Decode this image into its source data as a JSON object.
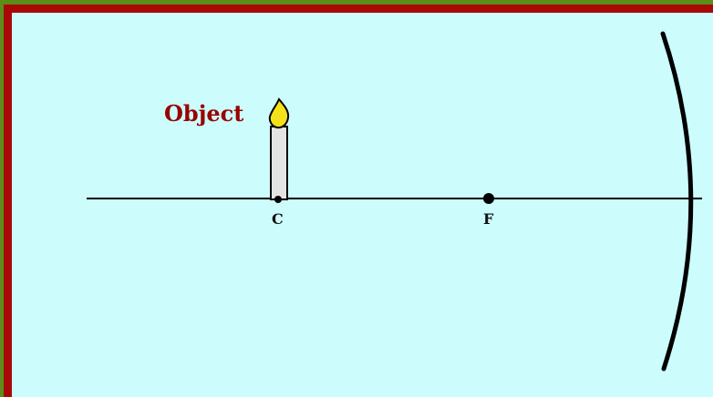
{
  "diagram": {
    "labels": {
      "object": "Object",
      "center": "C",
      "focus": "F"
    },
    "colors": {
      "background": "#ccfcfc",
      "outer_border": "#5a8e18",
      "inner_border": "#a80808",
      "object_label": "#990000",
      "flame": "#f5e11b",
      "candle": "#e3e3e3",
      "lines": "#000000"
    },
    "icons": {
      "object": "candle-icon",
      "mirror": "concave-mirror"
    }
  }
}
